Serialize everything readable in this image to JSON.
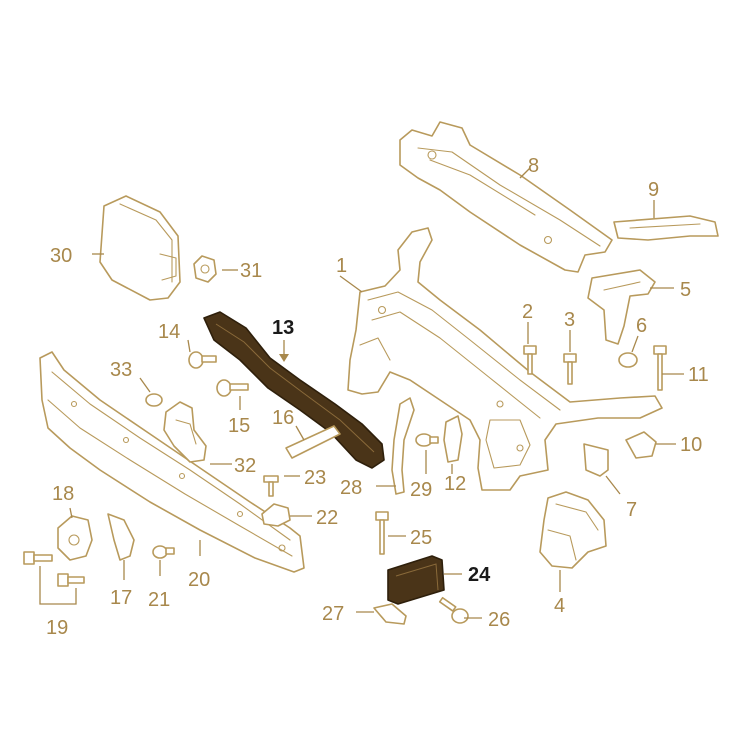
{
  "diagram": {
    "colors": {
      "line": "#b89a5c",
      "callout": "#a8884c",
      "highlight_fill": "#4a3418",
      "highlight_text": "#1a1a1a",
      "background": "#ffffff"
    },
    "callouts": {
      "c1": "1",
      "c2": "2",
      "c3": "3",
      "c4": "4",
      "c5": "5",
      "c6": "6",
      "c7": "7",
      "c8": "8",
      "c9": "9",
      "c10": "10",
      "c11": "11",
      "c12": "12",
      "c13": "13",
      "c14": "14",
      "c15": "15",
      "c16": "16",
      "c17": "17",
      "c18": "18",
      "c19": "19",
      "c20": "20",
      "c21": "21",
      "c22": "22",
      "c23": "23",
      "c24": "24",
      "c25": "25",
      "c26": "26",
      "c27": "27",
      "c28": "28",
      "c29": "29",
      "c30": "30",
      "c31": "31",
      "c32": "32",
      "c33": "33"
    },
    "highlighted_callouts": [
      "13",
      "24"
    ]
  }
}
